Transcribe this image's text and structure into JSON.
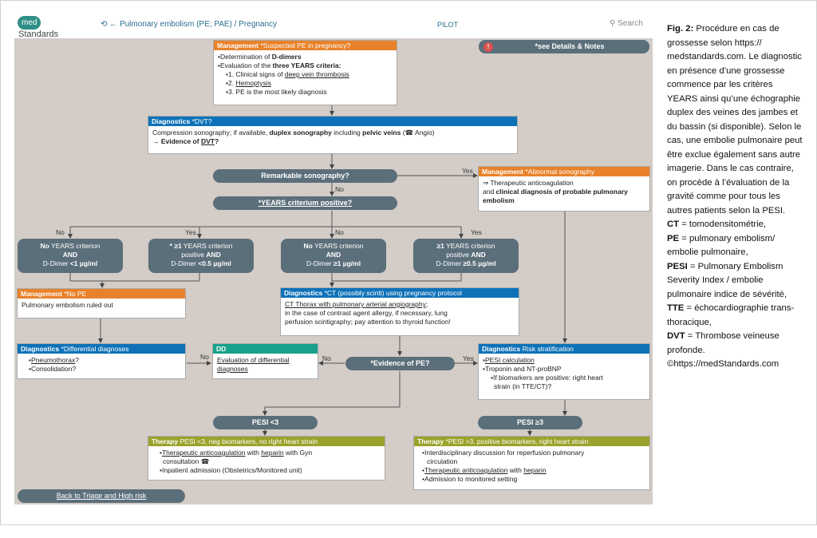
{
  "header": {
    "logo_me": "med",
    "logo_rest": "Standards",
    "breadcrumb": "← Pulmonary embolism (PE; PAE) / Pregnancy",
    "pilot": "PILOT",
    "search": "Search"
  },
  "notes_button": "*see Details & Notes",
  "nodes": {
    "mgmt_suspected": {
      "title": "Management",
      "subtitle": "*Suspected PE in pregnancy?",
      "l1a": "•Determination of ",
      "l1b": "D-dimers",
      "l2a": "•Evaluation of the ",
      "l2b": "three YEARS criteria:",
      "l3a": "•1. Clinical signs of ",
      "l3b": "deep vein thrombosis",
      "l4a": "•2. ",
      "l4b": "Hemoptysis",
      "l5": "•3. PE is the most likely diagnosis"
    },
    "diag_dvt": {
      "title": "Diagnostics",
      "subtitle": "*DVT?",
      "l1a": "Compression sonography; if available, ",
      "l1b": "duplex sonography",
      "l1c": " including ",
      "l1d": "pelvic veins",
      "l1e": " (☎ Angio)",
      "l2a": "→ Evidence of ",
      "l2b": "DVT",
      "l2c": "?"
    },
    "q_sono": "Remarkable sonography?",
    "q_years": "*YEARS criterium positive?",
    "mgmt_abnormal": {
      "title": "Management",
      "subtitle": "*Abnormal sonography",
      "l1": "⇒ Therapeutic anticoagulation",
      "l2a": "and ",
      "l2b": "clinical diagnosis of probable pulmonary embolism"
    },
    "crit1": {
      "l1a": "No",
      "l1b": " YEARS criterion",
      "l2": "AND",
      "l3a": "D-Dimer ",
      "l3b": "<1 µg/ml"
    },
    "crit2": {
      "l1a": "* ≥1",
      "l1b": " YEARS criterion",
      "l2a": "positive ",
      "l2b": "AND",
      "l3a": "D-Dimer ",
      "l3b": "<0.5 µg/ml"
    },
    "crit3": {
      "l1a": "No",
      "l1b": " YEARS criterion",
      "l2": "AND",
      "l3a": "D-Dimer ",
      "l3b": "≥1 µg/ml"
    },
    "crit4": {
      "l1a": "≥1",
      "l1b": " YEARS criterion",
      "l2a": "positive ",
      "l2b": "AND",
      "l3a": "D-Dimer ",
      "l3b": "≥0.5 µg/ml"
    },
    "mgmt_nope": {
      "title": "Management",
      "subtitle": "*No PE",
      "body": "Pulmonary embolism ruled out"
    },
    "diag_ct": {
      "title": "Diagnostics",
      "subtitle": "*CT (possibly scinti) using pregnancy protocol",
      "l1": "CT Thorax with pulmonary arterial angiography",
      "l1s": ";",
      "l2": "in the case of contrast agent allergy, if necessary, lung",
      "l3": "perfusion scintigraphy; pay attention to thyroid function!"
    },
    "diag_diff": {
      "title": "Diagnostics",
      "subtitle": "*Differential diagnoses",
      "l1": "Pneumothorax",
      "l1s": "?",
      "l2": "•Consolidation?"
    },
    "dd": {
      "title": "DD",
      "l1": "Evaluation of differential",
      "l2": "diagnoses"
    },
    "q_pe": "*Evidence of PE?",
    "diag_risk": {
      "title": "Diagnostics",
      "subtitle": "Risk stratification",
      "l1": "PESI calculation",
      "l2": "•Troponin and NT-proBNP",
      "l3": "•If biomarkers are positive: right heart",
      "l4": "strain (in TTE/CT)?"
    },
    "pesi_low": "PESI <3",
    "pesi_high": "PESI ≥3",
    "ther_low": {
      "title": "Therapy",
      "subtitle": "PESI <3, neg biomarkers, no right heart strain",
      "l1a": "Therapeutic anticoagulation",
      "l1b": " with ",
      "l1c": "heparin",
      "l1d": " with Gyn",
      "l2": "consultation ☎",
      "l3": "•Inpatient admission (Obstetrics/Monitored unit)"
    },
    "ther_high": {
      "title": "Therapy",
      "subtitle": "*PESI >3, positive biomarkers, right heart strain",
      "l1": "•Interdisciplinary discussion for reperfusion pulmonary",
      "l2": "circulation",
      "l3a": "Therapeutic anticoagulation",
      "l3b": " with ",
      "l3c": "heparin",
      "l4": "•Admission to monitored setting"
    },
    "back": "Back to Triage and High risk"
  },
  "edge_labels": {
    "yes": "Yes",
    "no": "No"
  },
  "caption": {
    "fig": "Fig. 2:",
    "text": " Procédure en cas de grossesse selon https:// medstandards.com. Le diagnostic en présence d’une grossesse commence par les critères YEARS ainsi qu’une échographie duplex des veines des jambes et du bassin (si disponible). Selon le cas, une embolie pulmonaire peut être exclue également sans autre imagerie. Dans le cas contraire, on procède à l’évaluation de la gravité comme pour tous les autres patients selon la PESI.",
    "abbr": [
      {
        "k": "CT",
        "v": " = tomodensitométrie,"
      },
      {
        "k": "PE",
        "v": " = pulmonary embolism/ embolie pulmonaire,"
      },
      {
        "k": "PESI",
        "v": " = Pulmonary Embolism Severity Index / embolie pulmonaire indice de sévérité,"
      },
      {
        "k": "TTE",
        "v": " = échocardiographie trans-thoracique,"
      },
      {
        "k": "DVT",
        "v": " = Thrombose veineuse profonde."
      }
    ],
    "copyright": "©https://medStandards.com"
  },
  "colors": {
    "management": "#e8822a",
    "diagnostics": "#0f72b8",
    "dd": "#18a08a",
    "therapy": "#9ba22b",
    "decision": "#5b6f7a",
    "canvas": "#d3ccc7"
  }
}
